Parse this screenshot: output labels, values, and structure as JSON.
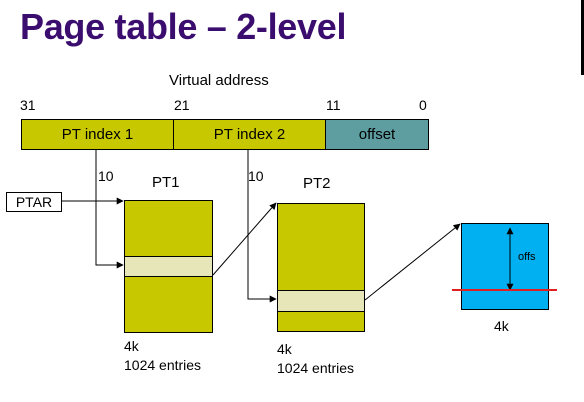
{
  "title": "Page table – 2-level",
  "virtual_address": {
    "label": "Virtual address",
    "bit_labels": [
      "31",
      "21",
      "11",
      "0"
    ],
    "fields": [
      "PT index 1",
      "PT index 2",
      "offset"
    ]
  },
  "index_bits": [
    "10",
    "10"
  ],
  "ptar_label": "PTAR",
  "pt1": {
    "label": "PT1",
    "size": "4k",
    "entries": "1024 entries"
  },
  "pt2": {
    "label": "PT2",
    "size": "4k",
    "entries": "1024 entries"
  },
  "page": {
    "label": "offs",
    "size": "4k"
  },
  "colors": {
    "title": "#3b0d6e",
    "table_fill": "#c8c800",
    "offset_fill": "#5f9ea0",
    "entry_fill": "#e6e6b8",
    "page_fill": "#00b0f0",
    "offset_line": "#e02020"
  }
}
